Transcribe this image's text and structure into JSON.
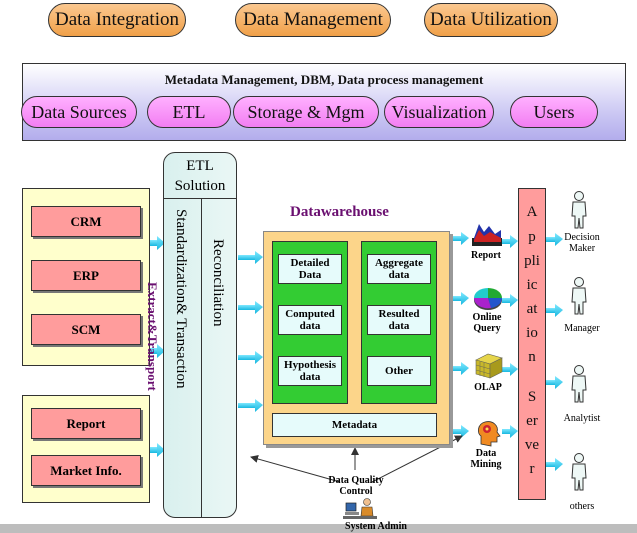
{
  "top_pills": [
    "Data Integration",
    "Data Management",
    "Data Utilization"
  ],
  "meta_band": {
    "title": "Metadata Management, DBM, Data process management",
    "pills": [
      "Data Sources",
      "ETL",
      "Storage & Mgm",
      "Visualization",
      "Users"
    ]
  },
  "sources": {
    "group1": [
      "CRM",
      "ERP",
      "SCM"
    ],
    "group2": [
      "Report",
      "Market Info."
    ],
    "side_label": "Extract&Transport"
  },
  "etl": {
    "title_line1": "ETL",
    "title_line2": "Solution",
    "col1": "Standardization& Transaction",
    "col2": "Reconciliation"
  },
  "warehouse": {
    "title": "Datawarehouse",
    "left_cells": [
      "Detailed Data",
      "Computed data",
      "Hypothesis data"
    ],
    "right_cells": [
      "Aggregate data",
      "Resulted data",
      "Other"
    ],
    "metadata": "Metadata"
  },
  "outputs": [
    "Report",
    "Online Query",
    "OLAP",
    "Data Mining"
  ],
  "app_server": [
    "A",
    "p",
    "pli",
    "ic",
    "at",
    "io",
    "n",
    "S",
    "er",
    "ve",
    "r"
  ],
  "users": [
    "Decision Maker",
    "Manager",
    "Analytist",
    "others"
  ],
  "bottom": {
    "quality": "Data Quality Control",
    "admin": "System Admin"
  }
}
